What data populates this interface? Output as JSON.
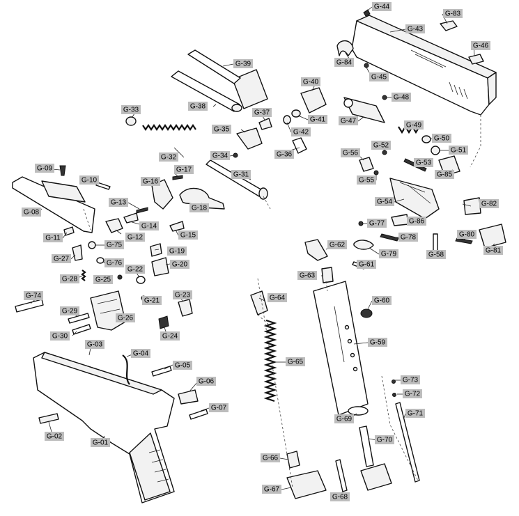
{
  "labels": {
    "G01": "G-01",
    "G02": "G-02",
    "G03": "G-03",
    "G04": "G-04",
    "G05": "G-05",
    "G06": "G-06",
    "G07": "G-07",
    "G08": "G-08",
    "G09": "G-09",
    "G10": "G-10",
    "G11": "G-11",
    "G12": "G-12",
    "G13": "G-13",
    "G14": "G-14",
    "G15": "G-15",
    "G16": "G-16",
    "G17": "G-17",
    "G18": "G-18",
    "G19": "G-19",
    "G20": "G-20",
    "G21": "G-21",
    "G22": "G-22",
    "G23": "G-23",
    "G24": "G-24",
    "G25": "G-25",
    "G26": "G-26",
    "G27": "G-27",
    "G28": "G-28",
    "G29": "G-29",
    "G30": "G-30",
    "G31": "G-31",
    "G32": "G-32",
    "G33": "G-33",
    "G34": "G-34",
    "G35": "G-35",
    "G36": "G-36",
    "G37": "G-37",
    "G38": "G-38",
    "G39": "G-39",
    "G40": "G-40",
    "G41": "G-41",
    "G42": "G-42",
    "G43": "G-43",
    "G44": "G-44",
    "G45": "G-45",
    "G46": "G-46",
    "G47": "G-47",
    "G48": "G-48",
    "G49": "G-49",
    "G50": "G-50",
    "G51": "G-51",
    "G52": "G-52",
    "G53": "G-53",
    "G54": "G-54",
    "G55": "G-55",
    "G56": "G-56",
    "G58": "G-58",
    "G59": "G-59",
    "G60": "G-60",
    "G61": "G-61",
    "G62": "G-62",
    "G63": "G-63",
    "G64": "G-64",
    "G65": "G-65",
    "G66": "G-66",
    "G67": "G-67",
    "G68": "G-68",
    "G69": "G-69",
    "G70": "G-70",
    "G71": "G-71",
    "G72": "G-72",
    "G73": "G-73",
    "G74": "G-74",
    "G75": "G-75",
    "G76": "G-76",
    "G77": "G-77",
    "G78": "G-78",
    "G79": "G-79",
    "G80": "G-80",
    "G81": "G-81",
    "G82": "G-82",
    "G83": "G-83",
    "G84": "G-84",
    "G85": "G-85",
    "G86": "G-86"
  }
}
